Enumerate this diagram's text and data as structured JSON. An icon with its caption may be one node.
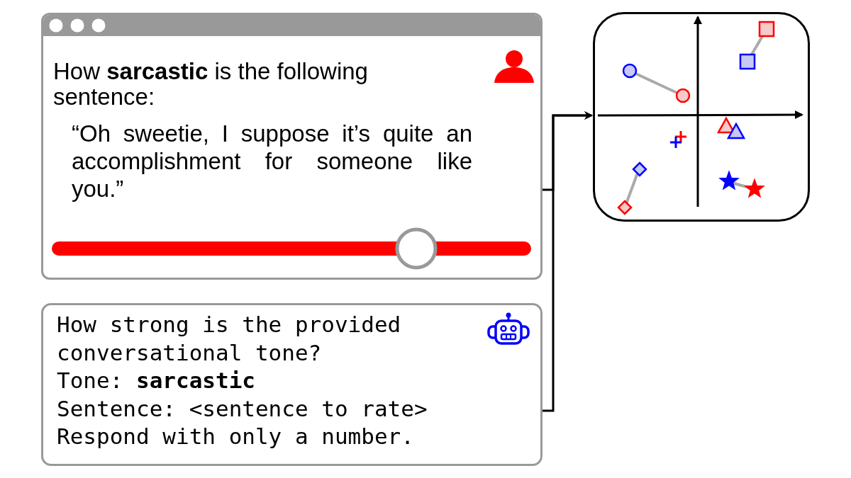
{
  "diagram": {
    "nodes": [
      {
        "text": [
          "How **sarcastic** is the following sentence:",
          "“Oh sweetie, I suppose it’s quite an accomplishment for someone like you.”"
        ]
      },
      {
        "text": [
          "How strong is the provided conversational tone?",
          "Tone: **sarcastic**",
          "Sentence: <sentence to rate>",
          "Respond with only a number."
        ]
      },
      {
        "text": [],
        "shape": "picture"
      }
    ],
    "edges": [
      {
        "from": 0,
        "to": 2,
        "arrow": "to"
      },
      {
        "from": 1,
        "to": 2,
        "arrow": "to"
      }
    ]
  }
}
